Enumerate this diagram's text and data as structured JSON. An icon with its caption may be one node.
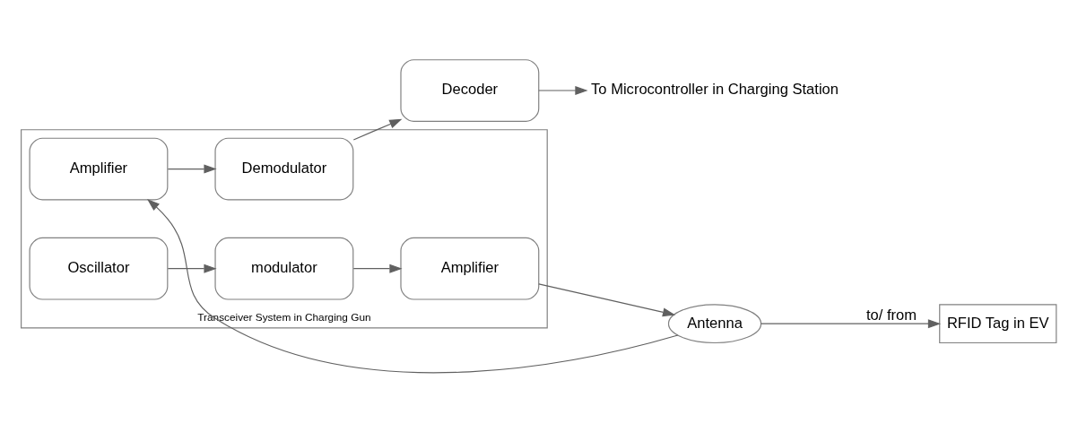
{
  "diagram": {
    "nodes": [
      {
        "text": [
          "Transceiver System in Charging Gun"
        ]
      },
      {
        "text": [
          "Oscillator"
        ],
        "in": 0
      },
      {
        "text": [
          "modulator"
        ],
        "in": 0
      },
      {
        "text": [
          "Amplifier"
        ],
        "in": 0
      },
      {
        "text": [
          "Antenna"
        ]
      },
      {
        "text": [
          "Amplifier"
        ],
        "in": 0
      },
      {
        "text": [
          "Demodulator"
        ],
        "in": 0
      },
      {
        "text": [
          "Decoder"
        ]
      },
      {
        "text": [
          "RFID Tag in EV"
        ]
      },
      {
        "text": [
          "To Microcontroller in Charging Station"
        ]
      }
    ],
    "edges": [
      {
        "from": 1,
        "to": 2,
        "arrow": "to"
      },
      {
        "from": 2,
        "to": 3,
        "arrow": "to"
      },
      {
        "from": 3,
        "to": 4,
        "arrow": "to"
      },
      {
        "from": 4,
        "to": 5,
        "arrow": "to"
      },
      {
        "from": 5,
        "to": 6,
        "arrow": "to"
      },
      {
        "from": 6,
        "to": 7,
        "arrow": "to"
      },
      {
        "from": 7,
        "to": 9,
        "arrow": "to"
      },
      {
        "from": 4,
        "to": 8,
        "arrow": "to",
        "label": "to/ from"
      }
    ]
  }
}
